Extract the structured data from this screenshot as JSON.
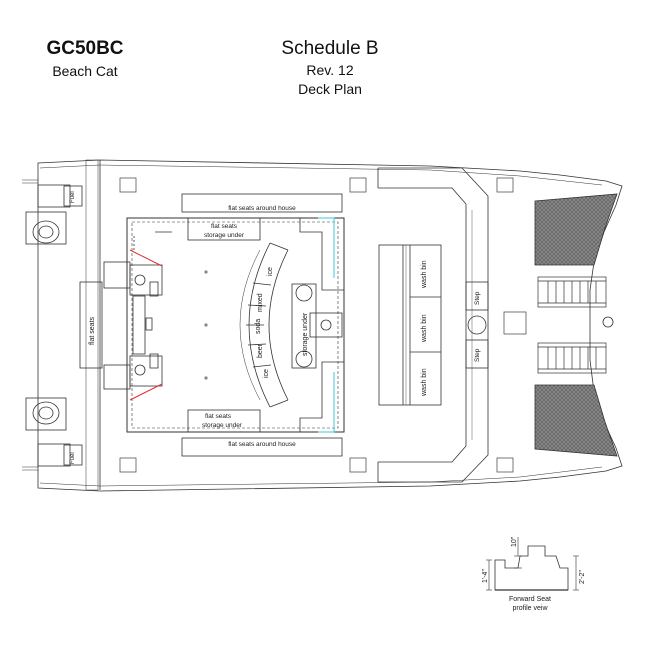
{
  "title_block": {
    "model_code": "GC50BC",
    "model_name": "Beach Cat",
    "schedule": "Schedule B",
    "revision": "Rev. 12",
    "sheet": "Deck Plan"
  },
  "labels": {
    "fuel_top": "Fuel",
    "fuel_bottom": "Fuel",
    "flat_seats_port": "flat seats",
    "flat_seats_house_top": "flat seats around house",
    "flat_seats_house_bottom": "flat seats around house",
    "flat_seats_storage_top_1": "flat seats",
    "flat_seats_storage_top_2": "storage under",
    "flat_seats_storage_bottom_1": "flat seats",
    "flat_seats_storage_bottom_2": "storage under",
    "bin_ice": "ice",
    "bin_mixed": "mixed",
    "bin_soda": "soda",
    "bin_beer": "beer",
    "bin_ice2": "ice",
    "storage_under": "storage under",
    "wash_bin_1": "wash bin",
    "wash_bin_2": "wash bin",
    "wash_bin_3": "wash bin",
    "step_1": "Step",
    "step_2": "Step"
  },
  "detail": {
    "dim_top": "10\"",
    "dim_left": "1'-4\"",
    "dim_right": "2'-2\"",
    "caption_1": "Forward Seat",
    "caption_2": "profile veiw"
  },
  "colors": {
    "line": "#333333",
    "accent_cyan": "#5fd3e0",
    "accent_red": "#e03030"
  }
}
